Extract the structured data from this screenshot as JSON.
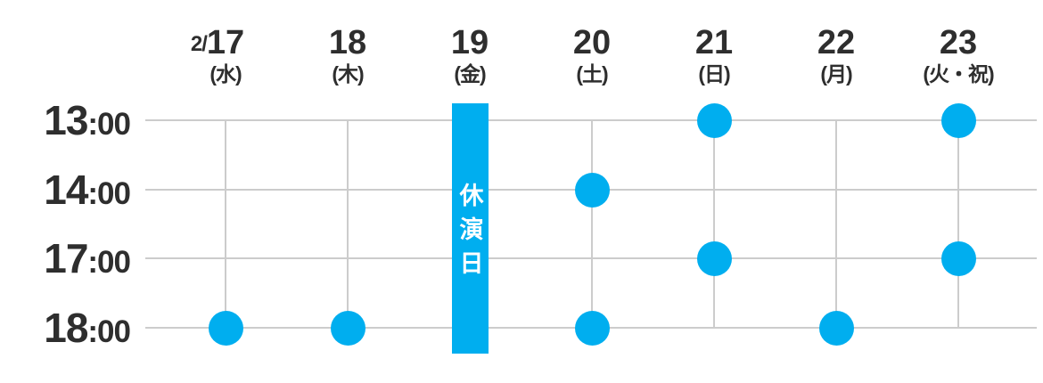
{
  "schedule": {
    "time_rows": [
      "13:00",
      "14:00",
      "17:00",
      "18:00"
    ],
    "days": [
      {
        "month_prefix": "2/",
        "date": "17",
        "weekday": "(水)",
        "closed": false,
        "showtimes": [
          "18:00"
        ]
      },
      {
        "date": "18",
        "weekday": "(木)",
        "closed": false,
        "showtimes": [
          "18:00"
        ]
      },
      {
        "date": "19",
        "weekday": "(金)",
        "closed": true,
        "closed_label": "休演日",
        "showtimes": []
      },
      {
        "date": "20",
        "weekday": "(土)",
        "closed": false,
        "showtimes": [
          "14:00",
          "18:00"
        ]
      },
      {
        "date": "21",
        "weekday": "(日)",
        "closed": false,
        "showtimes": [
          "13:00",
          "17:00"
        ]
      },
      {
        "date": "22",
        "weekday": "(月)",
        "closed": false,
        "showtimes": [
          "18:00"
        ]
      },
      {
        "date": "23",
        "weekday": "(火・祝)",
        "closed": false,
        "showtimes": [
          "13:00",
          "17:00"
        ]
      }
    ]
  },
  "colors": {
    "accent": "#00aeef",
    "text": "#2e2e2e",
    "gridline": "#cccccc",
    "closed_text": "#ffffff"
  },
  "chart_data": {
    "type": "table",
    "columns": [
      "2/17(水)",
      "18(木)",
      "19(金)",
      "20(土)",
      "21(日)",
      "22(月)",
      "23(火・祝)"
    ],
    "rows": [
      "13:00",
      "14:00",
      "17:00",
      "18:00"
    ],
    "cells": [
      [
        "",
        "",
        "休演日",
        "",
        "●",
        "",
        "●"
      ],
      [
        "",
        "",
        "休演日",
        "●",
        "",
        "",
        ""
      ],
      [
        "",
        "",
        "休演日",
        "",
        "●",
        "",
        "●"
      ],
      [
        "●",
        "●",
        "休演日",
        "●",
        "",
        "●",
        ""
      ]
    ]
  }
}
